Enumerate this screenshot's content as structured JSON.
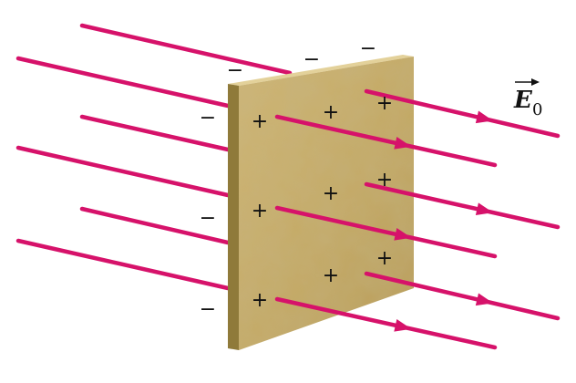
{
  "field_label": {
    "symbol": "E",
    "subscript": "0"
  },
  "charge_signs": {
    "positive": "+",
    "negative": "−"
  },
  "colors": {
    "field_line": "#d6126a",
    "plate_face": "#c8ae6c",
    "plate_face_shadow": "#b39a58",
    "plate_top": "#e2cf96",
    "plate_side": "#8f7a3a",
    "text": "#111111"
  },
  "icons": {
    "field_arrowheads": "triangle-arrowhead",
    "vector_arrow": "vector-over-arrow"
  }
}
